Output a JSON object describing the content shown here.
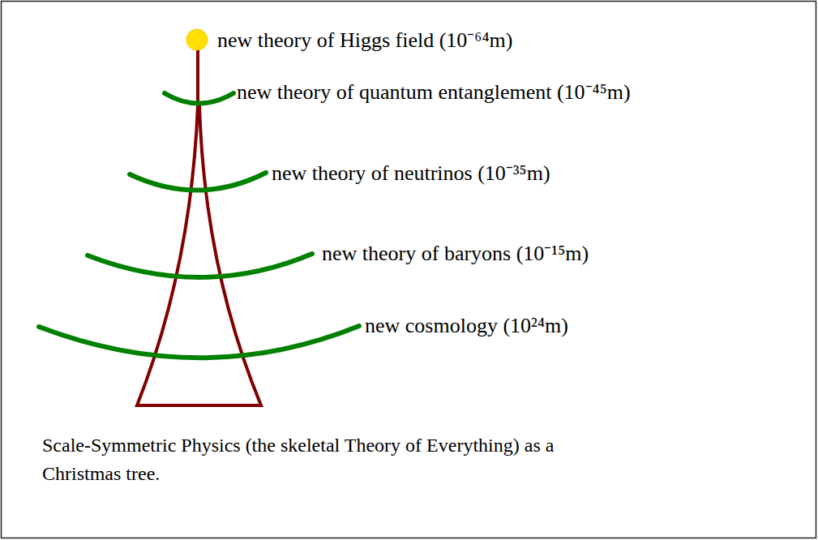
{
  "diagram": {
    "caption": "Scale-Symmetric Physics (the skeletal Theory of Everything) as a Christmas tree.",
    "labels": [
      "new theory of Higgs field (10⁻⁶⁴m)",
      "new theory of quantum entanglement (10⁻⁴⁵m)",
      "new theory of neutrinos (10⁻³⁵m)",
      "new theory of baryons (10⁻¹⁵m)",
      "new cosmology (10²⁴m)"
    ]
  }
}
